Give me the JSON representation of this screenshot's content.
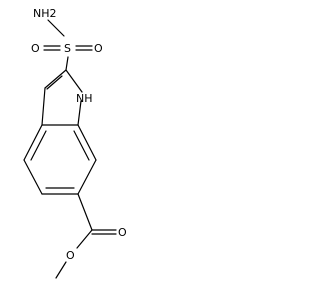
{
  "molecule": {
    "labels": {
      "nh2": "NH2",
      "s": "S",
      "o_left": "O",
      "o_right": "O",
      "nh": "NH",
      "o_carbonyl": "O",
      "o_ester": "O"
    }
  }
}
